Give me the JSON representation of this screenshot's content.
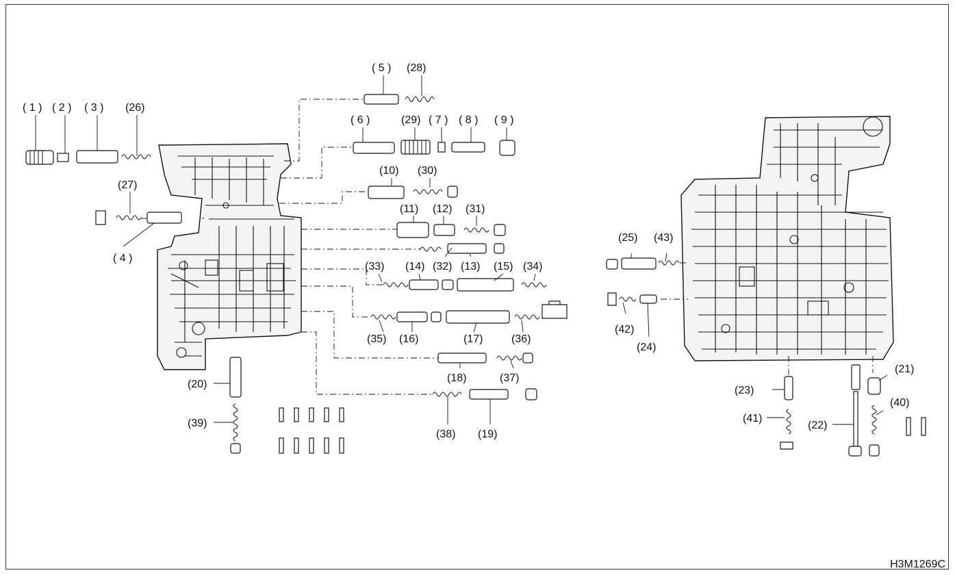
{
  "diagram": {
    "code": "H3M1269C",
    "labels": [
      "( 1 )",
      "( 2 )",
      "( 3 )",
      "(26)",
      "( 5 )",
      "(28)",
      "( 6 )",
      "(29)",
      "( 7 )",
      "( 8 )",
      "( 9 )",
      "(27)",
      "( 4 )",
      "(10)",
      "(30)",
      "(11)",
      "(12)",
      "(31)",
      "(33)",
      "(14)",
      "(32)",
      "(13)",
      "(15)",
      "(34)",
      "(35)",
      "(16)",
      "(17)",
      "(36)",
      "(18)",
      "(37)",
      "(20)",
      "(38)",
      "(19)",
      "(39)",
      "(25)",
      "(43)",
      "(42)",
      "(24)",
      "(21)",
      "(23)",
      "(40)",
      "(41)",
      "(22)"
    ]
  },
  "colors": {
    "ink": "#111111",
    "body_fill": "#f4f4f4",
    "background": "#ffffff"
  }
}
